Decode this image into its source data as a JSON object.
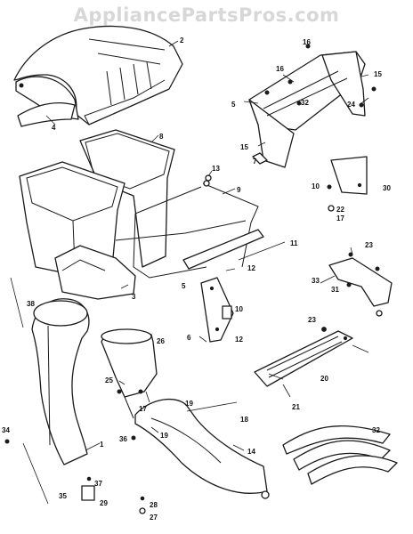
{
  "watermark": "AppliancePartsPros.com",
  "callouts": {
    "c1": "1",
    "c2": "2",
    "c3": "3",
    "c4": "4",
    "c5a": "5",
    "c5b": "5",
    "c6": "6",
    "c7": "7",
    "c8": "8",
    "c9": "9",
    "c10a": "10",
    "c10b": "10",
    "c11": "11",
    "c12a": "12",
    "c12b": "12",
    "c13": "13",
    "c14": "14",
    "c15a": "15",
    "c15b": "15",
    "c16": "16",
    "c17a": "17",
    "c17b": "17",
    "c18": "18",
    "c19a": "19",
    "c19b": "19",
    "c20": "20",
    "c21": "21",
    "c22": "22",
    "c23a": "23",
    "c23b": "23",
    "c24": "24",
    "c25": "25",
    "c26": "26",
    "c27": "27",
    "c28": "28",
    "c29": "29",
    "c30": "30",
    "c31": "31",
    "c32a": "32",
    "c32b": "32",
    "c33": "33",
    "c34": "34",
    "c35": "35",
    "c36": "36",
    "c37": "37",
    "c38": "38"
  }
}
